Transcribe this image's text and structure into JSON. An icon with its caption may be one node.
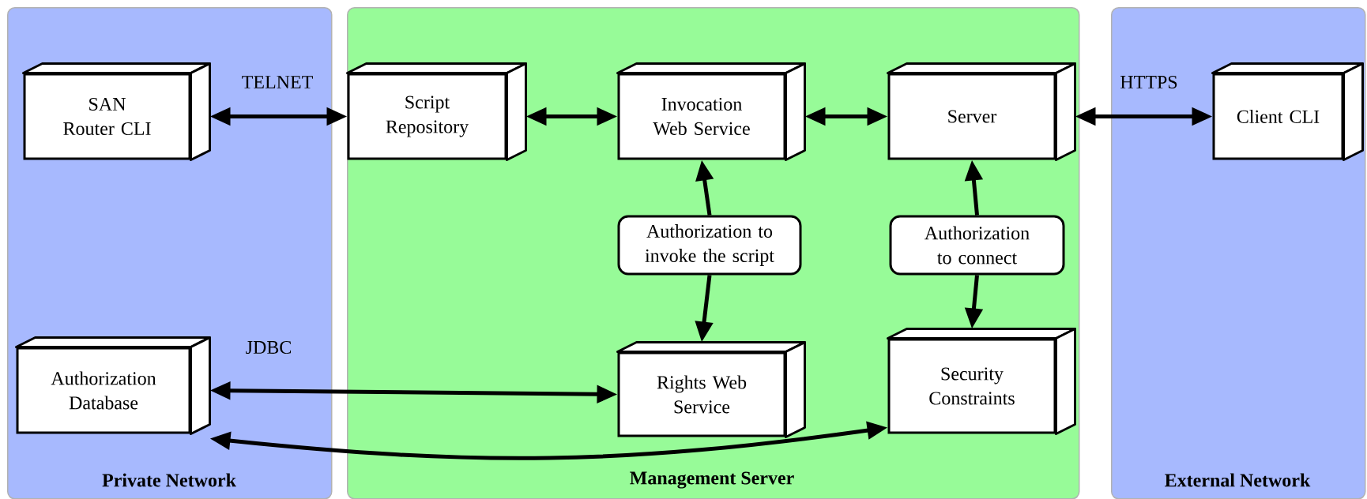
{
  "diagram": {
    "nodes": [
      {
        "text": [
          "Private Network"
        ]
      },
      {
        "text": [
          "Management Server"
        ]
      },
      {
        "text": [
          "External Network"
        ]
      },
      {
        "text": [
          "SAN Router CLI"
        ],
        "in": 0
      },
      {
        "text": [
          "Authorization Database"
        ],
        "in": 0
      },
      {
        "text": [
          "Script Repository"
        ],
        "in": 1
      },
      {
        "text": [
          "Invocation Web Service"
        ],
        "in": 1
      },
      {
        "text": [
          "Server"
        ],
        "in": 1
      },
      {
        "text": [
          "Authorization to invoke the script"
        ],
        "in": 1
      },
      {
        "text": [
          "Authorization to connect"
        ],
        "in": 1
      },
      {
        "text": [
          "Rights Web Service"
        ],
        "in": 1
      },
      {
        "text": [
          "Security Constraints"
        ],
        "in": 1
      },
      {
        "text": [
          "Client CLI"
        ],
        "in": 2
      }
    ],
    "edges": [
      {
        "from": 3,
        "to": 5,
        "arrow": "both",
        "label": "TELNET"
      },
      {
        "from": 5,
        "to": 6,
        "arrow": "both"
      },
      {
        "from": 6,
        "to": 7,
        "arrow": "both"
      },
      {
        "from": 7,
        "to": 12,
        "arrow": "both",
        "label": "HTTPS"
      },
      {
        "from": 8,
        "to": 6,
        "arrow": "to"
      },
      {
        "from": 8,
        "to": 10,
        "arrow": "to"
      },
      {
        "from": 9,
        "to": 7,
        "arrow": "to"
      },
      {
        "from": 9,
        "to": 11,
        "arrow": "to"
      },
      {
        "from": 4,
        "to": 10,
        "arrow": "both",
        "label": "JDBC"
      },
      {
        "from": 4,
        "to": 11,
        "arrow": "both"
      }
    ]
  }
}
